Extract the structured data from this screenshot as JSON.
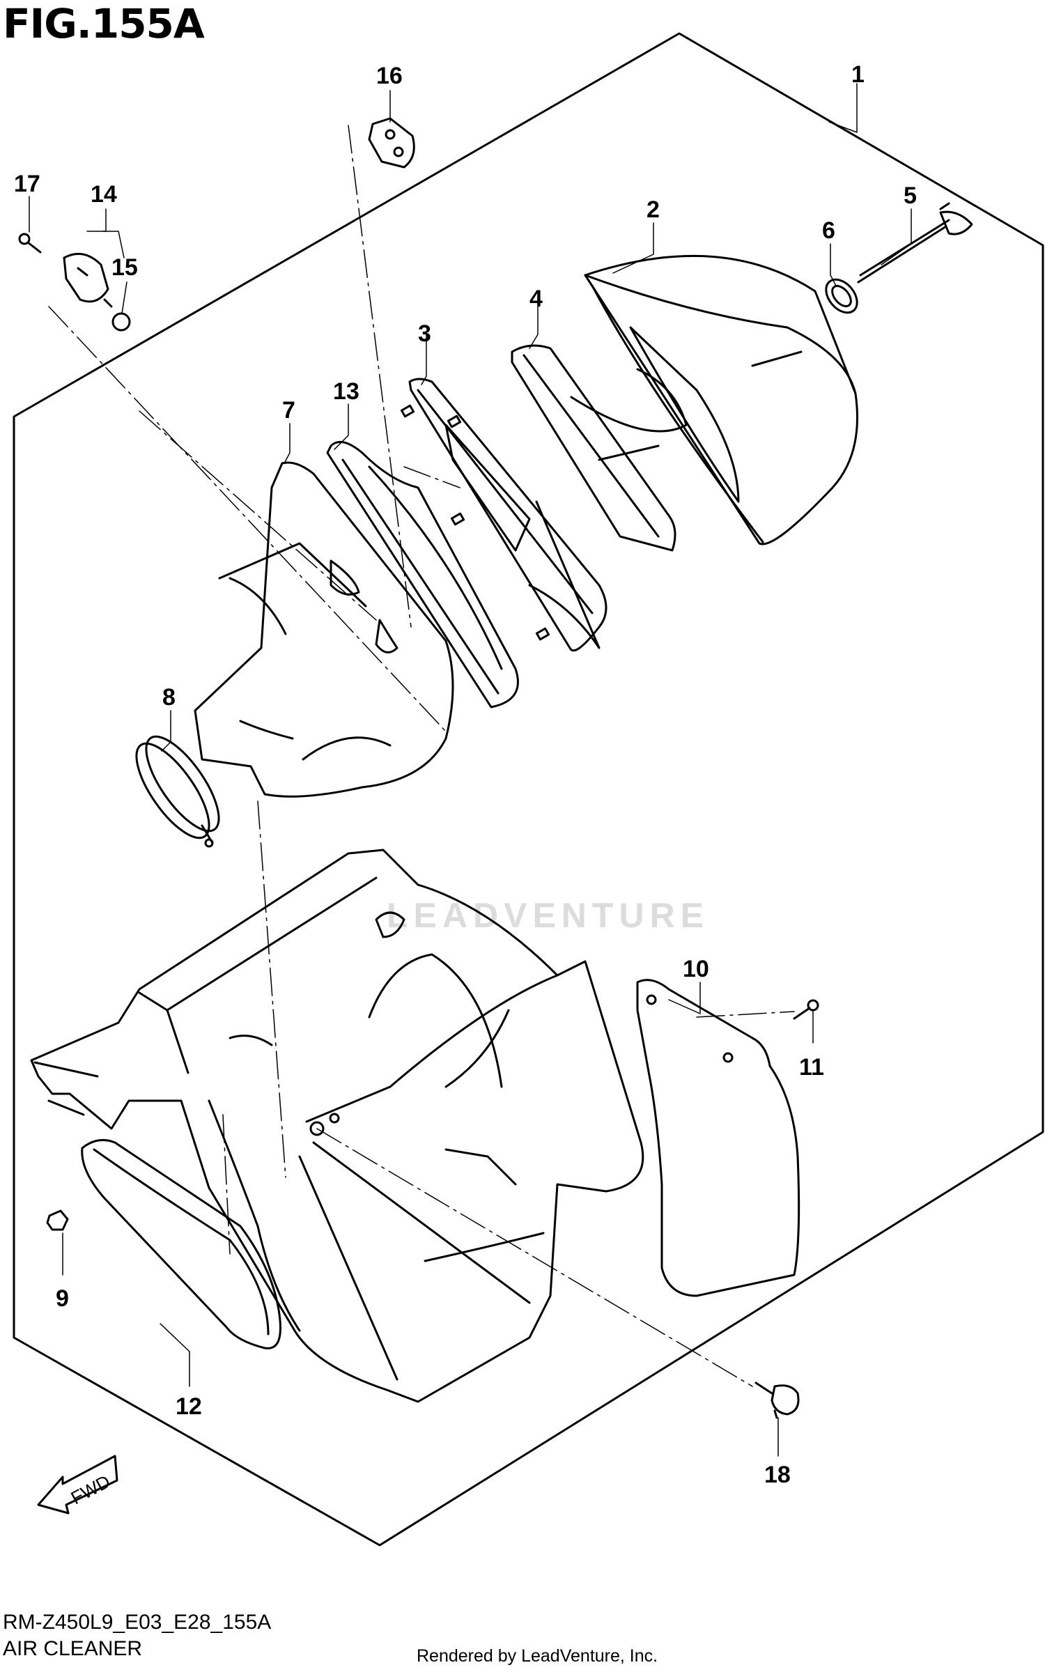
{
  "figure": {
    "title": "FIG.155A",
    "model_code": "RM-Z450L9_E03_E28_155A",
    "section_name": "AIR CLEANER",
    "render_credit": "Rendered by LeadVenture, Inc.",
    "watermark": "LEADVENTURE",
    "fwd_label": "FWD"
  },
  "callouts": [
    {
      "id": "1",
      "label": "1"
    },
    {
      "id": "2",
      "label": "2"
    },
    {
      "id": "3",
      "label": "3"
    },
    {
      "id": "4",
      "label": "4"
    },
    {
      "id": "5",
      "label": "5"
    },
    {
      "id": "6",
      "label": "6"
    },
    {
      "id": "7",
      "label": "7"
    },
    {
      "id": "8",
      "label": "8"
    },
    {
      "id": "9",
      "label": "9"
    },
    {
      "id": "10",
      "label": "10"
    },
    {
      "id": "11",
      "label": "11"
    },
    {
      "id": "12",
      "label": "12"
    },
    {
      "id": "13",
      "label": "13"
    },
    {
      "id": "14",
      "label": "14"
    },
    {
      "id": "15",
      "label": "15"
    },
    {
      "id": "16",
      "label": "16"
    },
    {
      "id": "17",
      "label": "17"
    },
    {
      "id": "18",
      "label": "18"
    }
  ],
  "colors": {
    "line": "#000000",
    "background": "#ffffff",
    "watermark": "#dcdcdc"
  }
}
